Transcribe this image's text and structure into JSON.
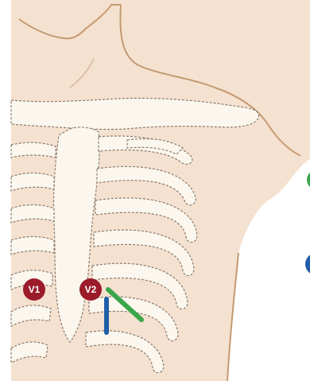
{
  "diagram": {
    "electrodes": [
      {
        "id": "V1",
        "label": "V1",
        "color": "#9b1b2a"
      },
      {
        "id": "V2",
        "label": "V2",
        "color": "#9b1b2a"
      }
    ],
    "lead_colors": {
      "green": "#3aa64a",
      "blue": "#1f5fa8"
    },
    "colors": {
      "skin": "#f5e1d0",
      "skin_outline": "#c49a72",
      "bone": "#fbf7ef",
      "bone_outline": "#8a7a6a"
    }
  }
}
